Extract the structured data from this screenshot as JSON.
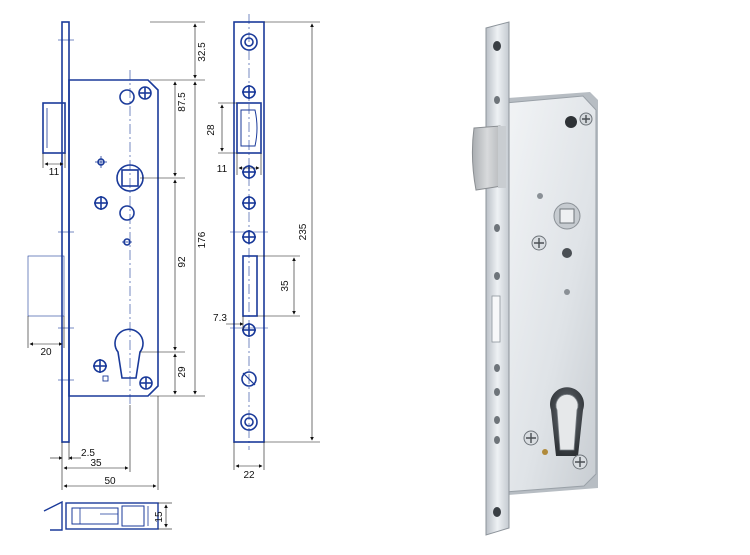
{
  "figure": {
    "drawing_color": "#1a3a9a",
    "dimension_color": "#111111",
    "photo_metal_color": "#d9dde2",
    "photo_shadow_color": "#9aa1a8"
  },
  "dimensions": {
    "front_view": {
      "top_margin": "32.5",
      "follower_offset": "87.5",
      "latch_projection": "11",
      "cylinder_to_bottom": "29",
      "backset_height": "92",
      "case_height": "176",
      "deadbolt_projection": "20",
      "faceplate_thickness": "2.5",
      "backset": "35",
      "case_depth": "50"
    },
    "side_view": {
      "latch_height": "28",
      "latch_depth": "11",
      "bolt_slot_height": "35",
      "bolt_offset": "7.3",
      "faceplate_length": "235",
      "faceplate_width": "22"
    },
    "bottom_view": {
      "case_thickness": "15"
    }
  },
  "photo": {
    "subject": "mortise-lock-photo"
  }
}
